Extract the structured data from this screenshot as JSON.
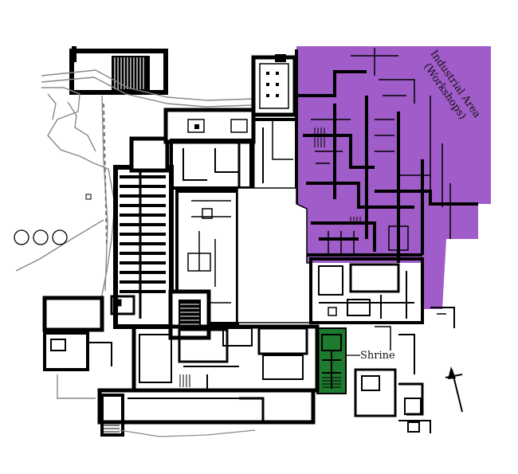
{
  "map": {
    "labels": {
      "industrial_line1": "Industrial Area",
      "industrial_line2": "(Workshops)",
      "shrine": "Shrine"
    },
    "zones": [
      {
        "id": "industrial-area",
        "color": "#a05cc8"
      },
      {
        "id": "shrine",
        "color": "#1e7a2e"
      }
    ],
    "colors": {
      "wall": "#000000",
      "background": "#ffffff",
      "path": "#888888"
    },
    "north_arrow": "north-arrow"
  }
}
